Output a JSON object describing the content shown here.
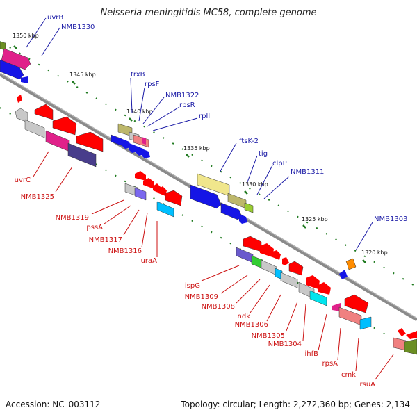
{
  "title": "Neisseria meningitidis MC58, complete genome",
  "footer": {
    "accession": "Accession: NC_003112",
    "summary": "Topology: circular; Length: 2,272,360 bp; Genes: 2,134"
  },
  "ticks": [
    "1350 kbp",
    "1345 kbp",
    "1340 kbp",
    "1335 kbp",
    "1330 kbp",
    "1325 kbp",
    "1320 kbp"
  ],
  "labels_top": [
    "uvrB",
    "NMB1330",
    "trxB",
    "rpsF",
    "NMB1322",
    "rpsR",
    "rplI",
    "ftsK-2",
    "tig",
    "clpP",
    "NMB1311",
    "NMB1303"
  ],
  "labels_bottom": [
    "uvrC",
    "NMB1325",
    "NMB1319",
    "pssA",
    "NMB1317",
    "NMB1316",
    "uraA",
    "ispG",
    "NMB1309",
    "NMB1308",
    "ndk",
    "NMB1306",
    "NMB1305",
    "NMB1304",
    "ihfB",
    "rpsA",
    "cmk",
    "rsuA"
  ],
  "colors": {
    "top_label": "#1a1aa6",
    "bottom_label": "#cc1111",
    "backbone": "#808080",
    "tick": "#1f7a1f"
  }
}
